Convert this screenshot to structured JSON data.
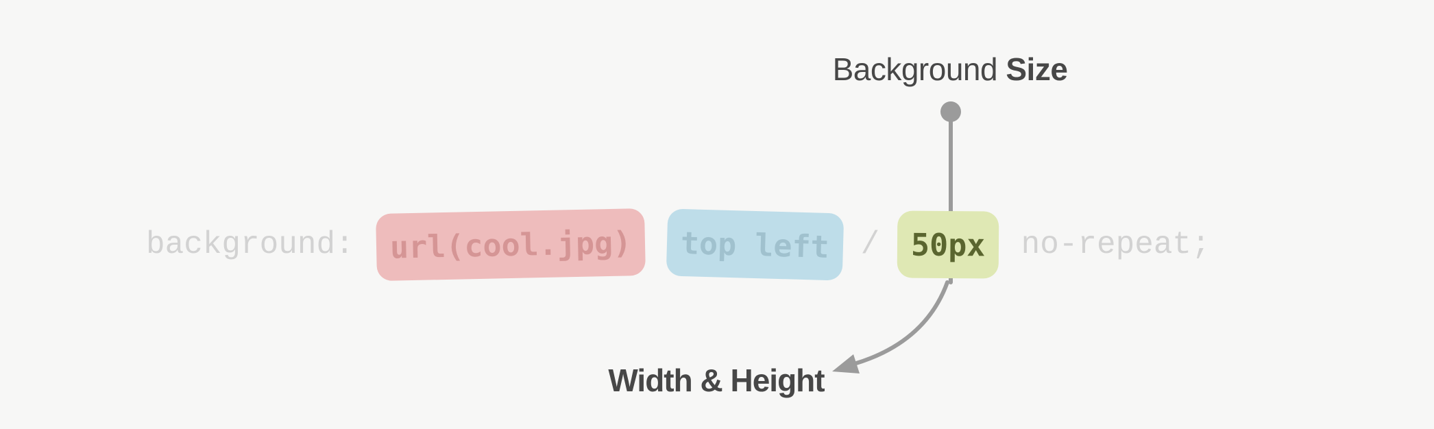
{
  "colors": {
    "canvas-bg": "#f7f7f6",
    "code-plain": "#d2d2d2",
    "pink-bg": "#eebcbc",
    "pink-fg": "#d59595",
    "blue-bg": "#bedde9",
    "blue-fg": "#a0c1ce",
    "green-bg": "#dfe8b4",
    "green-fg": "#5a652f",
    "connector": "#9b9b9b",
    "label-dark": "#474747"
  },
  "code": {
    "property": "background:",
    "image_value": "url(cool.jpg)",
    "position_value": "top left",
    "separator": "/",
    "size_value": "50px",
    "repeat_value": "no-repeat;"
  },
  "labels": {
    "top_regular": "Background",
    "top_bold": "Size",
    "bottom": "Width & Height"
  }
}
